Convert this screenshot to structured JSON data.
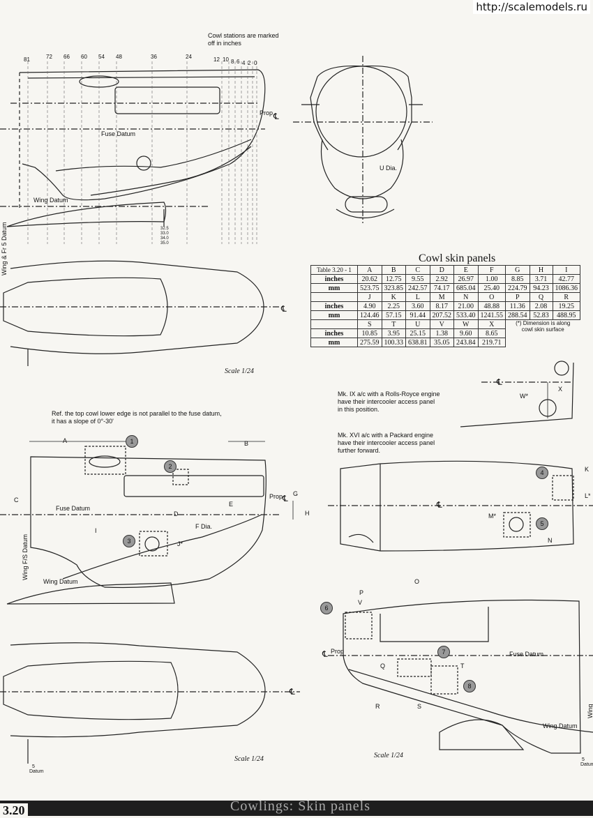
{
  "watermark": "http://scalemodels.ru",
  "top_note": {
    "line1": "Cowl stations are marked",
    "line2": "off in inches"
  },
  "stations": [
    "81",
    "72",
    "66",
    "60",
    "54",
    "48",
    "36",
    "24",
    "12",
    "10",
    "8",
    "6",
    "4",
    "2",
    "0"
  ],
  "labels": {
    "prop_cl": "Prop",
    "cl": "℄",
    "fuse_datum": "Fuse Datum",
    "wing_datum": "Wing Datum",
    "wing_fr5_datum": "Wing & Fr 5  Datum",
    "wing_fs_datum": "Wing F/S Datum",
    "u_dia": "U Dia.",
    "f_dia": "F Dia.",
    "datum_5": "5",
    "datum_word": "Datum",
    "small_dims": [
      "32.5",
      "33.0",
      "34.0",
      "35.0"
    ]
  },
  "table": {
    "title": "Cowl skin panels",
    "table_id": "Table 3.20 - 1",
    "blocks": [
      {
        "headers": [
          "A",
          "B",
          "C",
          "D",
          "E",
          "F",
          "G",
          "H",
          "I"
        ],
        "inches": [
          "20.62",
          "12.75",
          "9.55",
          "2.92",
          "26.97",
          "1.00",
          "8.85",
          "3.71",
          "42.77"
        ],
        "mm": [
          "523.75",
          "323.85",
          "242.57",
          "74.17",
          "685.04",
          "25.40",
          "224.79",
          "94.23",
          "1086.36"
        ]
      },
      {
        "headers": [
          "J",
          "K",
          "L",
          "M",
          "N",
          "O",
          "P",
          "Q",
          "R"
        ],
        "inches": [
          "4.90",
          "2.25",
          "3.60",
          "8.17",
          "21.00",
          "48.88",
          "11.36",
          "2.08",
          "19.25"
        ],
        "mm": [
          "124.46",
          "57.15",
          "91.44",
          "207.52",
          "533.40",
          "1241.55",
          "288.54",
          "52.83",
          "488.95"
        ]
      },
      {
        "headers": [
          "S",
          "T",
          "U",
          "V",
          "W",
          "X"
        ],
        "inches": [
          "10.85",
          "3.95",
          "25.15",
          "1.38",
          "9.60",
          "8.65"
        ],
        "mm": [
          "275.59",
          "100.33",
          "638.81",
          "35.05",
          "243.84",
          "219.71"
        ]
      }
    ],
    "row_inches": "inches",
    "row_mm": "mm",
    "footnote": {
      "line1": "(*) Dimension is along",
      "line2": "cowl skin surface"
    }
  },
  "scale_label": "Scale 1/24",
  "ref_note": {
    "line1": "Ref. the top cowl lower edge is not parallel to the fuse datum,",
    "line2": "it has a slope of 0°-30'"
  },
  "mk9_note": {
    "line1": "Mk. IX a/c with a Rolls-Royce engine",
    "line2": "have their intercooler access panel",
    "line3": "in this position."
  },
  "mk16_note": {
    "line1": "Mk. XVI a/c with a Packard engine",
    "line2": "have their intercooler access panel",
    "line3": "further forward."
  },
  "dim_letters": {
    "A": "A",
    "B": "B",
    "C": "C",
    "D": "D",
    "E": "E",
    "G": "G",
    "H": "H",
    "I": "I",
    "J": "J*",
    "K": "K",
    "L": "L*",
    "M": "M*",
    "N": "N",
    "O": "O",
    "P": "P",
    "Q": "Q",
    "R": "R",
    "S": "S",
    "T": "T",
    "V": "V",
    "W": "W*",
    "X": "X"
  },
  "panel_numbers": [
    "1",
    "2",
    "3",
    "4",
    "5",
    "6",
    "7",
    "8"
  ],
  "footer": {
    "page": "3.20",
    "section": "Cowlings:  Skin panels"
  }
}
